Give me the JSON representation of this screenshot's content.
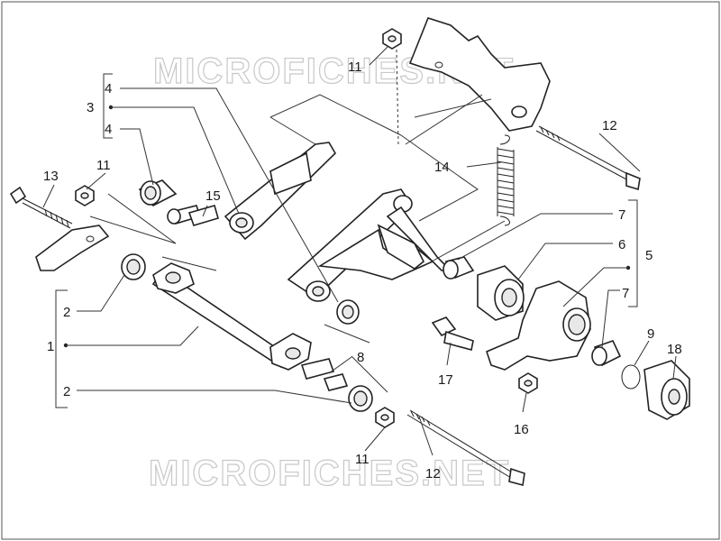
{
  "watermark": {
    "top": "MICROFICHES.NET",
    "bottom": "MICROFICHES.NET"
  },
  "callouts": [
    {
      "id": "c1",
      "text": "1"
    },
    {
      "id": "c2a",
      "text": "2"
    },
    {
      "id": "c2b",
      "text": "2"
    },
    {
      "id": "c3",
      "text": "3"
    },
    {
      "id": "c4a",
      "text": "4"
    },
    {
      "id": "c4b",
      "text": "4"
    },
    {
      "id": "c5",
      "text": "5"
    },
    {
      "id": "c6",
      "text": "6"
    },
    {
      "id": "c7a",
      "text": "7"
    },
    {
      "id": "c7b",
      "text": "7"
    },
    {
      "id": "c8",
      "text": "8"
    },
    {
      "id": "c9",
      "text": "9"
    },
    {
      "id": "c11a",
      "text": "11"
    },
    {
      "id": "c11b",
      "text": "11"
    },
    {
      "id": "c11c",
      "text": "11"
    },
    {
      "id": "c12a",
      "text": "12"
    },
    {
      "id": "c12b",
      "text": "12"
    },
    {
      "id": "c13",
      "text": "13"
    },
    {
      "id": "c14",
      "text": "14"
    },
    {
      "id": "c15",
      "text": "15"
    },
    {
      "id": "c16",
      "text": "16"
    },
    {
      "id": "c17",
      "text": "17"
    },
    {
      "id": "c18",
      "text": "18"
    }
  ]
}
